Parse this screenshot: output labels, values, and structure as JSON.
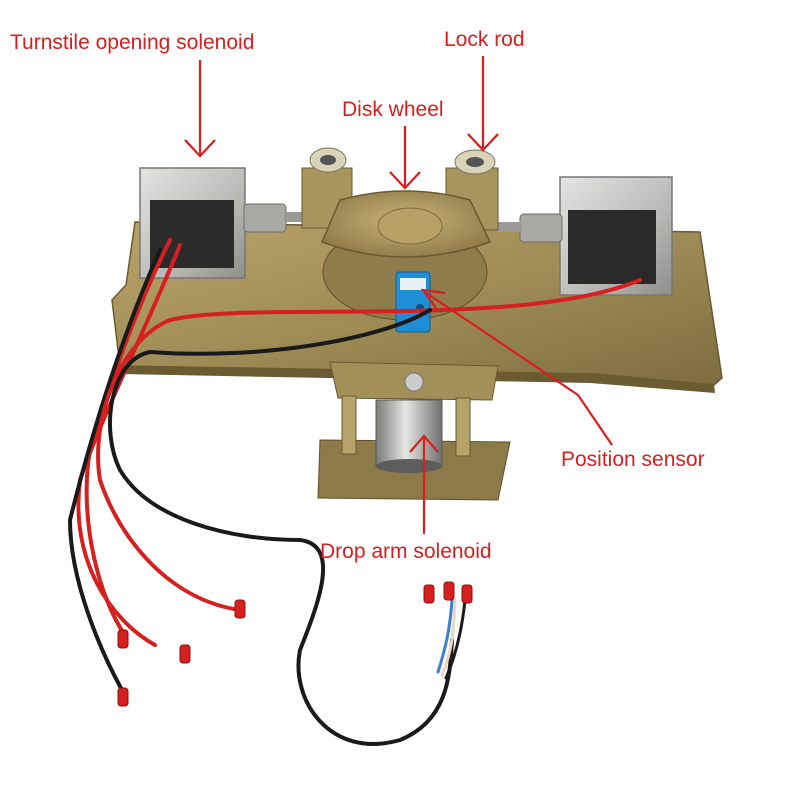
{
  "labels": {
    "turnstile_solenoid": "Turnstile opening solenoid",
    "lock_rod": "Lock rod",
    "disk_wheel": "Disk wheel",
    "position_sensor": "Position sensor",
    "drop_arm_solenoid": "Drop arm solenoid"
  },
  "colors": {
    "annotation": "#d81e1e",
    "plate": "#a8955e",
    "solenoid_body": "#c9c9c6",
    "coil": "#2a2a2a",
    "wheel": "#c0ad74",
    "sensor": "#1e8ed6",
    "wire_red": "#d62020",
    "wire_black": "#1a1a1a",
    "wire_blue": "#3a7fd0",
    "background": "#ffffff"
  }
}
